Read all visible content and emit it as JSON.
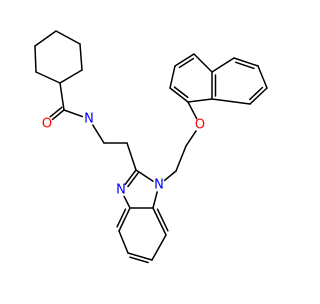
{
  "molecule": {
    "atoms": [
      {
        "id": "O1",
        "label": "O",
        "color": "#ff0000"
      },
      {
        "id": "N1",
        "label": "N",
        "color": "#0000ff"
      },
      {
        "id": "N2",
        "label": "N",
        "color": "#0000ff"
      },
      {
        "id": "N3",
        "label": "N",
        "color": "#0000ff"
      },
      {
        "id": "O2",
        "label": "O",
        "color": "#ff0000"
      }
    ],
    "bond_color": "#000000"
  }
}
